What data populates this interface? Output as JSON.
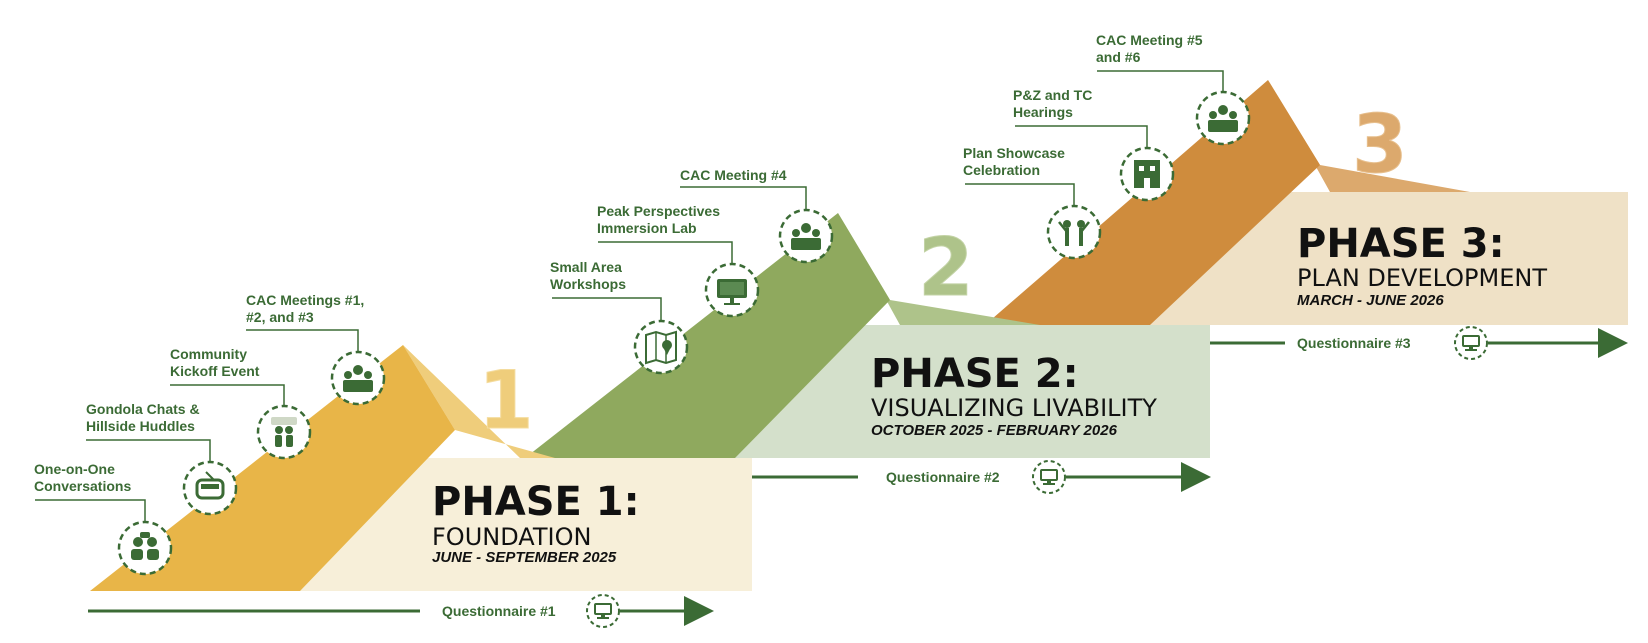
{
  "colors": {
    "green_dark": "#3b6b35",
    "phase1_mountain": "#e8b548",
    "phase1_light": "#efcd7b",
    "phase1_panel": "#f7efd9",
    "phase2_mountain": "#8fa95e",
    "phase2_light": "#aec38a",
    "phase2_panel": "#d4e0cb",
    "phase3_mountain": "#cf8c3d",
    "phase3_light": "#dca96d",
    "phase3_panel": "#efe1c6"
  },
  "phases": [
    {
      "number": "1",
      "title": "PHASE 1:",
      "name": "FOUNDATION",
      "dates": "JUNE - SEPTEMBER 2025",
      "questionnaire": "Questionnaire #1",
      "events": [
        {
          "label": [
            "One-on-One",
            "Conversations"
          ],
          "icon": "conversation-icon"
        },
        {
          "label": [
            "Gondola Chats &",
            "Hillside Huddles"
          ],
          "icon": "gondola-icon"
        },
        {
          "label": [
            "Community",
            "Kickoff Event"
          ],
          "icon": "community-event-icon"
        },
        {
          "label": [
            "CAC Meetings #1,",
            "#2, and #3"
          ],
          "icon": "meeting-icon"
        }
      ]
    },
    {
      "number": "2",
      "title": "PHASE 2:",
      "name": "VISUALIZING LIVABILITY",
      "dates": "OCTOBER 2025 - FEBRUARY 2026",
      "questionnaire": "Questionnaire #2",
      "events": [
        {
          "label": [
            "Small Area",
            "Workshops"
          ],
          "icon": "map-pin-icon"
        },
        {
          "label": [
            "Peak Perspectives",
            "Immersion Lab"
          ],
          "icon": "screen-icon"
        },
        {
          "label": [
            "CAC Meeting #4"
          ],
          "icon": "meeting-icon"
        }
      ]
    },
    {
      "number": "3",
      "title": "PHASE 3:",
      "name": "PLAN DEVELOPMENT",
      "dates": "MARCH - JUNE 2026",
      "questionnaire": "Questionnaire #3",
      "events": [
        {
          "label": [
            "Plan Showcase",
            "Celebration"
          ],
          "icon": "celebration-icon"
        },
        {
          "label": [
            "P&Z and TC",
            "Hearings"
          ],
          "icon": "building-icon"
        },
        {
          "label": [
            "CAC Meeting #5",
            "and #6"
          ],
          "icon": "meeting-icon"
        }
      ]
    }
  ]
}
